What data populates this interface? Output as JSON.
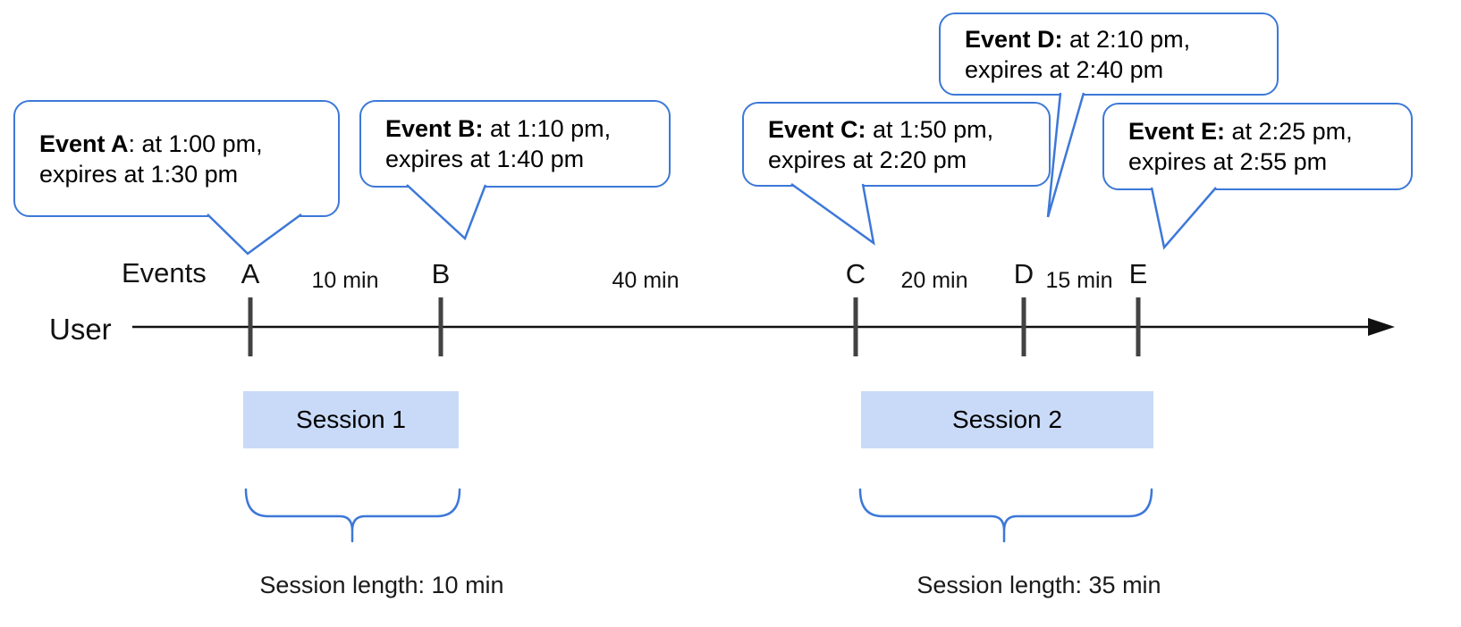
{
  "bubbles": [
    {
      "title": "Event A",
      "rest": ": at 1:00 pm,",
      "line2": "expires at 1:30 pm"
    },
    {
      "title": "Event B:",
      "rest": " at 1:10 pm,",
      "line2": "expires at 1:40 pm"
    },
    {
      "title": "Event C:",
      "rest": " at 1:50 pm,",
      "line2": "expires at 2:20 pm"
    },
    {
      "title": "Event D:",
      "rest": " at 2:10 pm,",
      "line2": "expires at 2:40 pm"
    },
    {
      "title": "Event E:",
      "rest": " at 2:25 pm,",
      "line2": "expires at 2:55 pm"
    }
  ],
  "timeline": {
    "user_label": "User",
    "events_label": "Events",
    "ticks": [
      "A",
      "B",
      "C",
      "D",
      "E"
    ],
    "intervals": [
      "10 min",
      "40 min",
      "20 min",
      "15 min"
    ]
  },
  "sessions": [
    {
      "label": "Session 1",
      "length": "Session length: 10 min"
    },
    {
      "label": "Session 2",
      "length": "Session length: 35 min"
    }
  ],
  "colors": {
    "accent_blue": "#3d78d8",
    "session_fill": "#c9daf8",
    "tick_gray": "#424242",
    "axis_black": "#111111"
  }
}
